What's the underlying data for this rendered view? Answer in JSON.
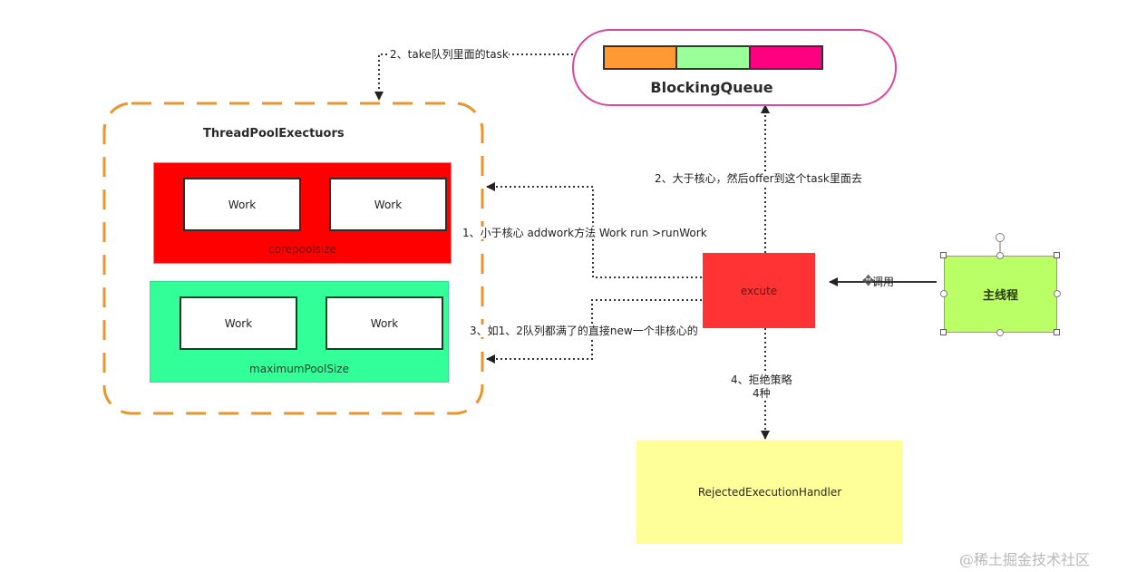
{
  "diagram": {
    "blocking_queue": {
      "title": "BlockingQueue",
      "segment_colors": [
        "#ff9933",
        "#99ff99",
        "#ff0080"
      ],
      "border_color": "#d9479c"
    },
    "thread_pool": {
      "title": "ThreadPoolExectuors",
      "border_color": "#e8952e",
      "core_pool": {
        "label": "corepoolsize",
        "color": "#ff0000",
        "workers": [
          "Work",
          "Work"
        ]
      },
      "max_pool": {
        "label": "maximumPoolSize",
        "color": "#33ff99",
        "workers": [
          "Work",
          "Work"
        ]
      }
    },
    "execute_box": {
      "label": "excute",
      "color": "#ff3333"
    },
    "main_thread": {
      "label": "主线程",
      "color": "#bbff66"
    },
    "rejected_handler": {
      "label": "RejectedExecutionHandler",
      "color": "#ffff99"
    },
    "edges": {
      "take": "2、take队列里面的task",
      "offer": "2、大于核心，然后offer到这个task里面去",
      "add_work": "1、小于核心 addwork方法 Work run >runWork",
      "non_core": "3、如1、2队列都满了的直接new一个非核心的",
      "reject_line1": "4、拒绝策略",
      "reject_line2": "4种",
      "call": "调用"
    },
    "watermark": "@稀土掘金技术社区"
  }
}
